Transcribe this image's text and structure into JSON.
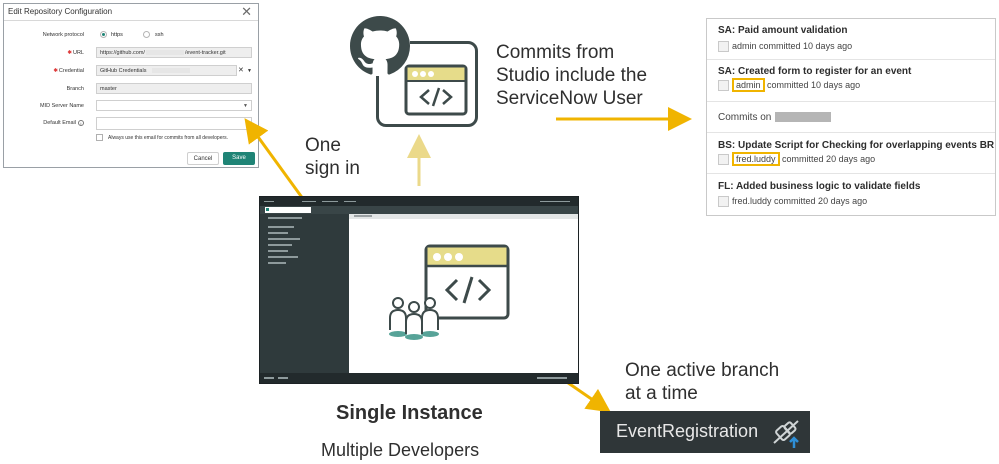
{
  "dialog": {
    "title": "Edit Repository Configuration",
    "network_protocol_label": "Network protocol",
    "protocol_options": [
      "https",
      "ssh"
    ],
    "selected_protocol": "https",
    "url_label": "URL",
    "url_prefix": "https://github.com/",
    "url_suffix": "/event-tracker.git",
    "credential_label": "Credential",
    "credential_value": "GitHub Credentials",
    "branch_label": "Branch",
    "branch_value": "master",
    "mid_server_label": "MID Server Name",
    "default_email_label": "Default Email",
    "always_use_email_label": "Always use this email for commits from all developers.",
    "cancel_label": "Cancel",
    "save_label": "Save"
  },
  "labels": {
    "one_sign_in": [
      "One",
      "sign in"
    ],
    "commits_note": [
      "Commits from",
      "Studio include the",
      "ServiceNow User"
    ],
    "one_active_branch": [
      "One active branch",
      "at a time"
    ],
    "single_instance": "Single Instance",
    "multiple_developers": "Multiple Developers"
  },
  "commits": {
    "items_top": [
      {
        "title": "SA: Paid amount validation",
        "user": "admin",
        "when": "committed 10 days ago",
        "highlight": false
      },
      {
        "title": "SA: Created form to register for an event",
        "user": "admin",
        "when": "committed 10 days ago",
        "highlight": true
      }
    ],
    "commits_on_label": "Commits on",
    "items_bottom": [
      {
        "title": "BS: Update Script for Checking for overlapping events BR",
        "user": "fred.luddy",
        "when": "committed 20 days ago",
        "highlight": true
      },
      {
        "title": "FL: Added business logic to validate fields",
        "user": "fred.luddy",
        "when": "committed 20 days ago",
        "highlight": false
      }
    ]
  },
  "branch": {
    "name": "EventRegistration"
  },
  "colors": {
    "arrow": "#f0b400",
    "arrow_light": "#ebd98a",
    "highlight": "#f0b400",
    "icon_dark": "#3d4a4a",
    "icon_yellow": "#e6dc8a",
    "studio_dark": "#2c3537",
    "save_green": "#1f8476",
    "branch_bg": "#2f3638"
  },
  "icons": [
    "github-icon",
    "code-window-icon",
    "developers-icon",
    "close-icon",
    "info-icon",
    "disconnect-plug-icon"
  ]
}
